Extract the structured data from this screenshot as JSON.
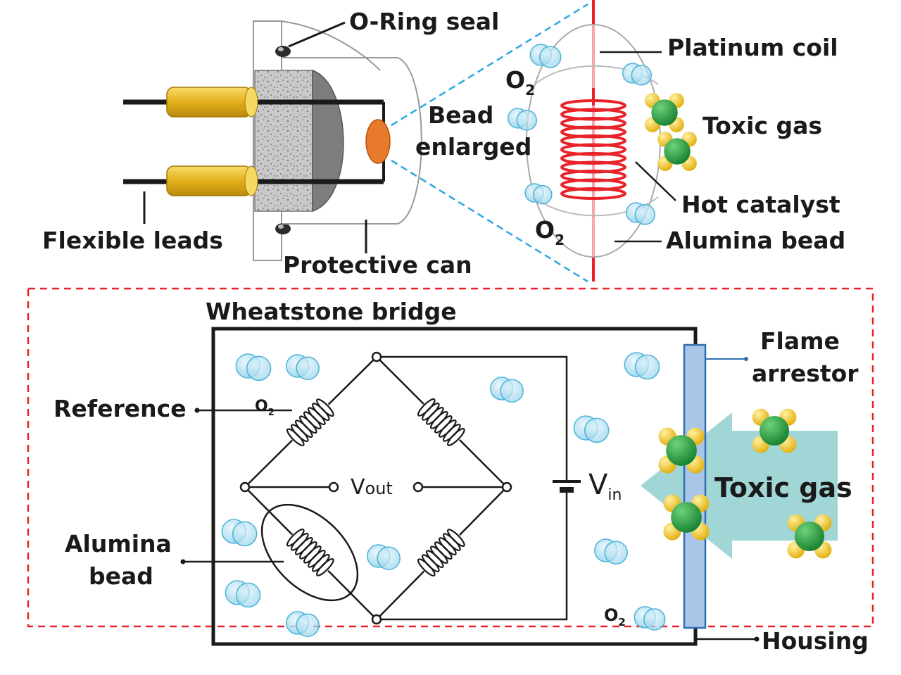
{
  "labels": {
    "o_ring_seal": "O-Ring seal",
    "platinum_coil": "Platinum coil",
    "bead_enlarged_1": "Bead",
    "bead_enlarged_2": "enlarged",
    "toxic_gas_top": "Toxic gas",
    "hot_catalyst": "Hot catalyst",
    "alumina_bead_top": "Alumina bead",
    "flexible_leads": "Flexible leads",
    "protective_can": "Protective can",
    "o2_top_1": "O",
    "o2_top_2": "O",
    "o2_sub": "2",
    "wheatstone_bridge": "Wheatstone bridge",
    "flame_arrestor_1": "Flame",
    "flame_arrestor_2": "arrestor",
    "reference": "Reference",
    "o2_bridge": "O",
    "v_out_main": "V",
    "v_out_sub": "out",
    "v_in_main": "V",
    "v_in_sub": "in",
    "toxic_gas_bottom": "Toxic gas",
    "alumina_bead_bottom_1": "Alumina",
    "alumina_bead_bottom_2": "bead",
    "o2_housing": "O",
    "housing": "Housing"
  },
  "colors": {
    "ink": "#1a1a1a",
    "coil_red": "#e8232a",
    "lead_yellow": "#e9b820",
    "bead_orange": "#e87a2c",
    "dashed_red": "#e8232a",
    "cyan_dash": "#2ea7e0",
    "bubble": "#9ed8ee",
    "molecule_green": "#1f9a3a",
    "molecule_yellow": "#f2c21a",
    "arrow_teal": "#8fcfcf",
    "arrestor_blue": "#a9c6e8"
  },
  "icons": [
    "o2-bubble",
    "toxic-gas-molecule",
    "resistor-coil",
    "battery-symbol"
  ]
}
